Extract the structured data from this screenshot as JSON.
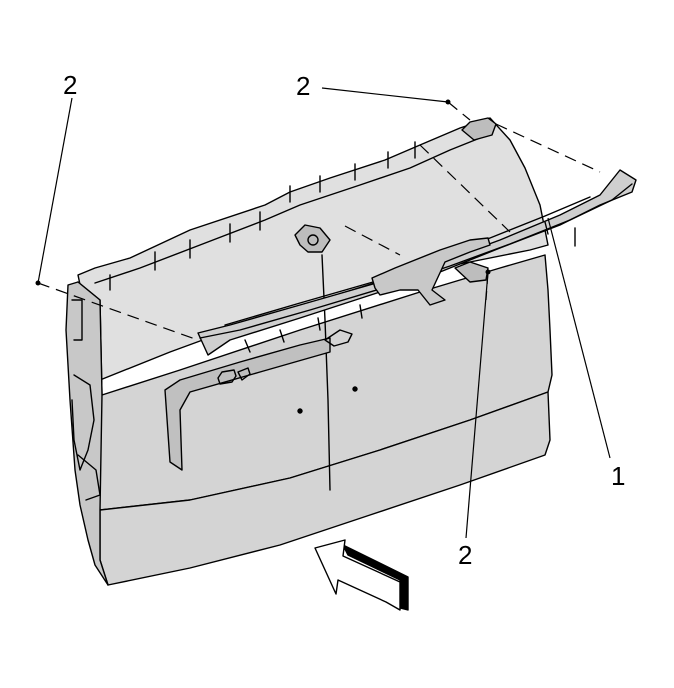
{
  "callouts": {
    "top_left": "2",
    "top_right": "2",
    "right": "1",
    "bottom": "2"
  },
  "colors": {
    "panel_fill": "#d4d4d4",
    "line": "#000000",
    "background": "#ffffff"
  },
  "icons": [
    "direction-arrow-icon"
  ]
}
